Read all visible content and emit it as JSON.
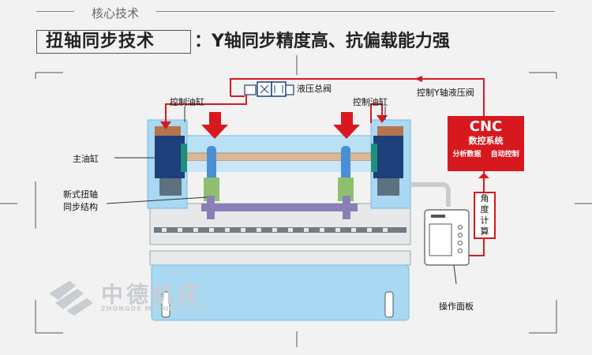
{
  "header": {
    "tag": "核心技术",
    "title_main": "扭轴同步技术",
    "title_sub": "：Y轴同步精度高、抗偏载能力强"
  },
  "labels": {
    "main_valve": "液压总阀",
    "left_cylinder": "控制油缸",
    "right_cylinder": "控制油缸",
    "y_axis_valve": "控制Y轴液压阀",
    "main_cylinder": "主油缸",
    "sync_structure_line1": "新式扭轴",
    "sync_structure_line2": "同步结构",
    "operation_panel": "操作面板"
  },
  "cnc": {
    "title": "CNC",
    "subtitle": "数控系统",
    "func1": "分析数据",
    "func2": "自动控制"
  },
  "angle_calc": [
    "角",
    "度",
    "计",
    "算"
  ],
  "brand": {
    "name_cn": "中德机床",
    "name_en": "ZHONGDE MACHINE TOOL"
  },
  "colors": {
    "accent_red": "#d7191f",
    "frame_blue": "#a9d8f2",
    "cylinder_navy": "#1d3f7a",
    "rod_purple": "#8b7fb8",
    "green": "#5aa67a"
  }
}
